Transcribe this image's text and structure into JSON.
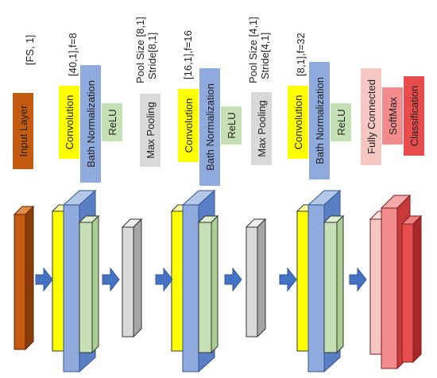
{
  "annotations": {
    "input_size": "[FS, 1]",
    "conv1_params": "[40,1],f=8",
    "pool1_size": "Pool Size [8,1]",
    "pool1_stride": "Stride[8,1]",
    "conv2_params": "[16,1],f=16",
    "pool2_size": "Pool Size [4,1]",
    "pool2_stride": "Stride[4,1]",
    "conv3_params": "[8,1],f=32"
  },
  "layers": {
    "input": "Input Layer",
    "conv": "Convolution",
    "batchnorm": "Bath Normalization",
    "relu": "ReLU",
    "maxpool": "Max Pooling",
    "fc": "Fully Connected",
    "softmax": "SoftMax",
    "classification": "Classification"
  },
  "colors": {
    "input": "#c55a11",
    "conv": "#ffff00",
    "batchnorm": "#8faadc",
    "relu": "#c5e0b4",
    "maxpool": "#d9d9d9",
    "fc": "#f4c7c3",
    "softmax": "#f28b8b",
    "classification": "#e84c4c",
    "arrow": "#4472c4"
  }
}
